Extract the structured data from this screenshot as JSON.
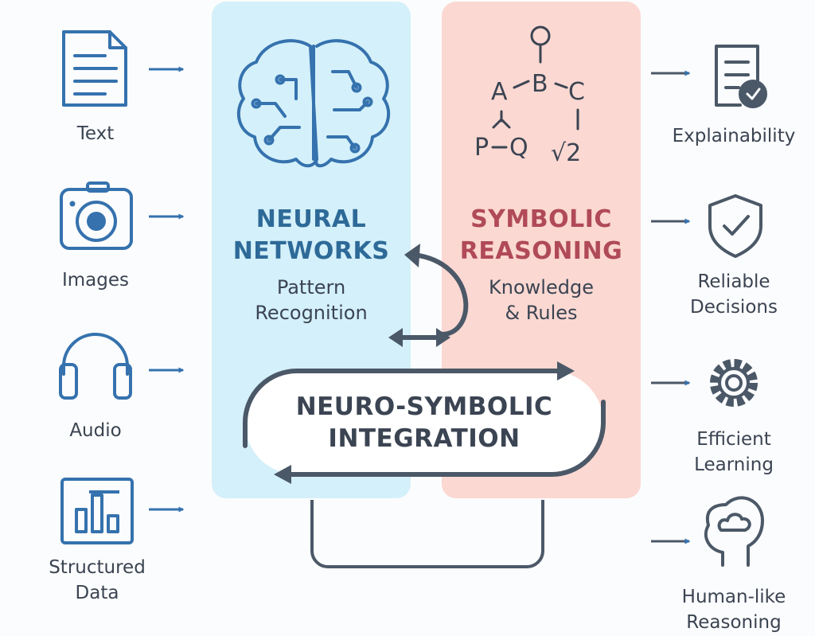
{
  "inputs": [
    {
      "label": "Text",
      "icon": "text-document-icon"
    },
    {
      "label": "Images",
      "icon": "camera-icon"
    },
    {
      "label": "Audio",
      "icon": "headphones-icon"
    },
    {
      "label": "Structured\nData",
      "icon": "structured-data-icon"
    }
  ],
  "neural": {
    "title": "NEURAL\nNETWORKS",
    "subtitle": "Pattern\nRecognition",
    "icon": "brain-circuit-icon"
  },
  "symbolic": {
    "title": "SYMBOLIC\nREASONING",
    "subtitle": "Knowledge\n& Rules",
    "icon": "symbolic-graph-icon",
    "symbols": {
      "a": "A",
      "b": "B",
      "c": "C",
      "p": "P",
      "q": "Q",
      "sqrt": "√2"
    }
  },
  "integration": {
    "title": "NEURO-SYMBOLIC\nINTEGRATION"
  },
  "outputs": [
    {
      "label": "Explainability",
      "icon": "document-check-icon"
    },
    {
      "label": "Reliable\nDecisions",
      "icon": "shield-check-icon"
    },
    {
      "label": "Efficient\nLearning",
      "icon": "gear-icon"
    },
    {
      "label": "Human-like\nReasoning",
      "icon": "human-head-brain-icon"
    }
  ],
  "colors": {
    "neural_panel": "#d4f0fa",
    "symbolic_panel": "#fbd8d2",
    "neural_title": "#2e6a98",
    "symbolic_title": "#b04a58",
    "icon_blue": "#3572ae",
    "dark_line": "#4b5867"
  }
}
